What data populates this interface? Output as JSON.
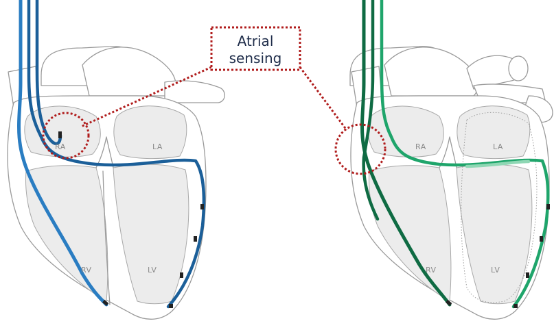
{
  "callout": {
    "label": "Atrial\nsensing",
    "line1": "Atrial",
    "line2": "sensing"
  },
  "left_heart": {
    "labels": {
      "ra": "RA",
      "la": "LA",
      "rv": "RV",
      "lv": "LV"
    },
    "lead_color": "#2a7dc2",
    "lead_dark": "#1b5f99"
  },
  "right_heart": {
    "labels": {
      "ra": "RA",
      "la": "LA",
      "rv": "RV",
      "lv": "LV"
    },
    "lead_color": "#1fa56b",
    "lead_dark": "#0f6b43",
    "lead_light": "#8fd7b4"
  },
  "colors": {
    "highlight": "#b01c1c",
    "outline": "#9a9a9a",
    "chamber": "#ececec"
  }
}
